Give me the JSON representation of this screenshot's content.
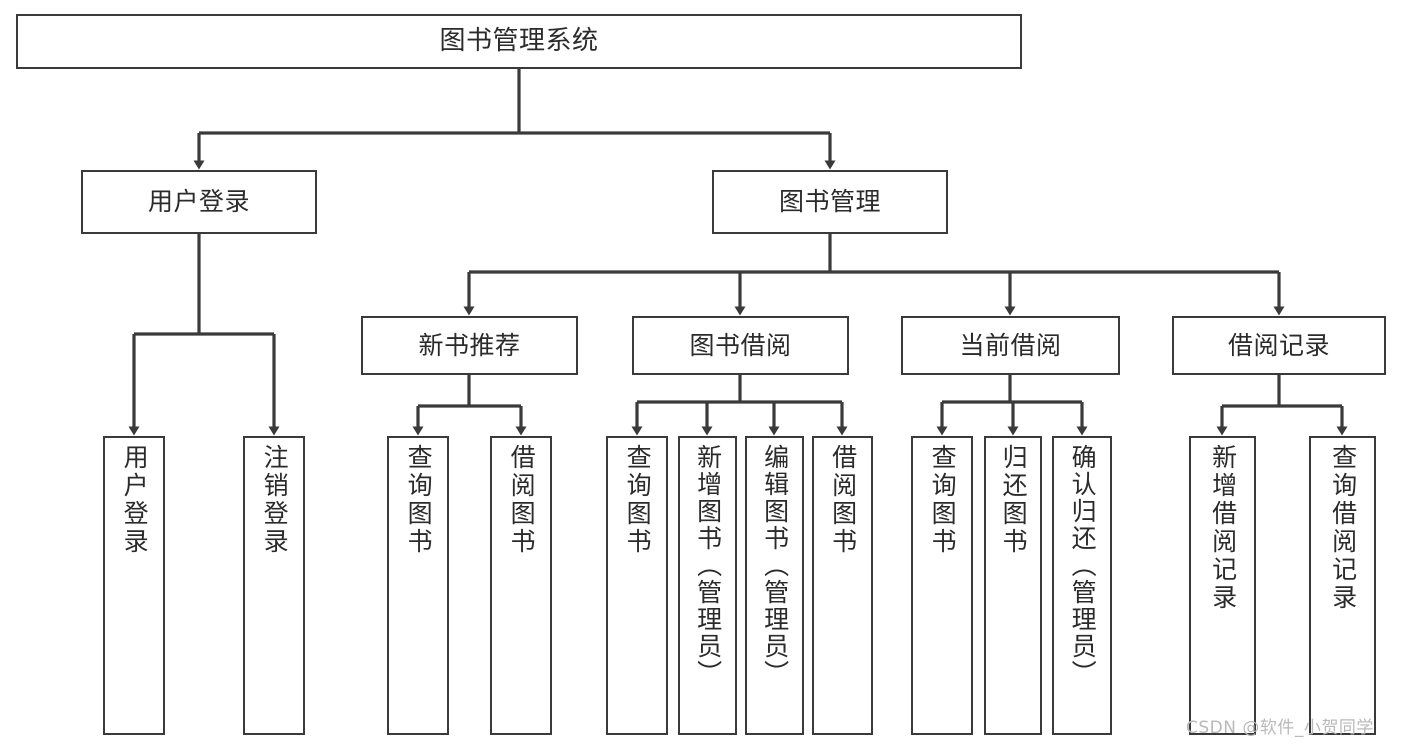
{
  "diagram": {
    "title": "图书管理系统",
    "type": "tree-hierarchy",
    "orientation": "top-down",
    "colors": {
      "node_border": "#3a3a3a",
      "node_fill": "#ffffff",
      "edge": "#3a3a3a",
      "text": "#2b2b2b",
      "watermark": "#b9b9b9",
      "background": "#ffffff"
    },
    "watermark": "CSDN @软件_小贺同学"
  },
  "nodes": {
    "root": {
      "label": "图书管理系统"
    },
    "level2": [
      {
        "id": "user-login",
        "label": "用户登录"
      },
      {
        "id": "book-manage",
        "label": "图书管理"
      }
    ],
    "level3": [
      {
        "id": "new-book-rec",
        "label": "新书推荐"
      },
      {
        "id": "book-borrow",
        "label": "图书借阅"
      },
      {
        "id": "current-borrow",
        "label": "当前借阅"
      },
      {
        "id": "borrow-record",
        "label": "借阅记录"
      }
    ],
    "leaves": {
      "user_login": [
        {
          "id": "leaf-user-login",
          "label": "用户登录"
        },
        {
          "id": "leaf-logout-login",
          "label": "注销登录"
        }
      ],
      "new_book_rec": [
        {
          "id": "leaf-query-book-1",
          "label": "查询图书"
        },
        {
          "id": "leaf-borrow-book-1",
          "label": "借阅图书"
        }
      ],
      "book_borrow": [
        {
          "id": "leaf-query-book-2",
          "label": "查询图书"
        },
        {
          "id": "leaf-add-book",
          "label": "新增图书（管理员）"
        },
        {
          "id": "leaf-edit-book",
          "label": "编辑图书（管理员）"
        },
        {
          "id": "leaf-borrow-book-2",
          "label": "借阅图书"
        }
      ],
      "current_borrow": [
        {
          "id": "leaf-query-book-3",
          "label": "查询图书"
        },
        {
          "id": "leaf-return-book",
          "label": "归还图书"
        },
        {
          "id": "leaf-confirm-return",
          "label": "确认归还（管理员）"
        }
      ],
      "borrow_record": [
        {
          "id": "leaf-add-record",
          "label": "新增借阅记录"
        },
        {
          "id": "leaf-query-record",
          "label": "查询借阅记录"
        }
      ]
    }
  }
}
